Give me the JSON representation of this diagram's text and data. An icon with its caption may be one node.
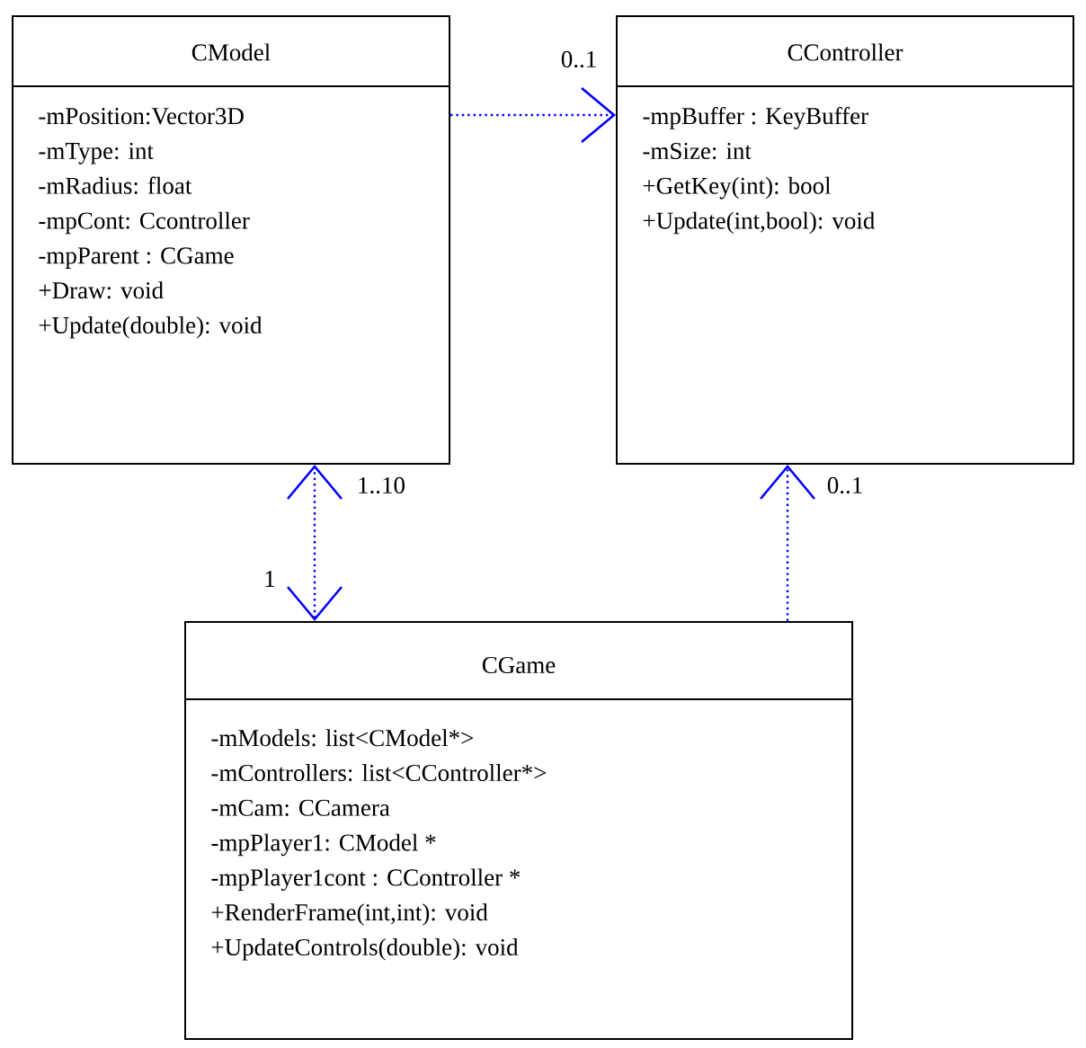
{
  "diagram": {
    "nodes": [
      {
        "text": [
          "CModel",
          "-mPosition:Vector3D",
          "-mType: int",
          "-mRadius: float",
          "-mpCont: Ccontroller",
          "-mpParent : CGame",
          "+Draw:   void",
          "+Update(double): void"
        ]
      },
      {
        "text": [
          "CController",
          "-mpBuffer : KeyBuffer",
          "-mSize: int",
          "+GetKey(int):  bool",
          "+Update(int,bool): void"
        ]
      },
      {
        "text": [
          "CGame",
          "-mModels: list<CModel*>",
          "-mControllers: list<CController*>",
          "-mCam: CCamera",
          "-mpPlayer1: CModel *",
          "-mpPlayer1cont : CController *",
          "+RenderFrame(int,int):   void",
          "+UpdateControls(double): void"
        ]
      }
    ],
    "edges": [
      {
        "from": 0,
        "to": 1,
        "arrow": "to",
        "label": "0..1"
      },
      {
        "from": 2,
        "to": 0,
        "arrow": "both",
        "label": "1..10"
      },
      {
        "from": 2,
        "to": 1,
        "arrow": "to",
        "label": "0..1"
      }
    ],
    "labels": [
      "1"
    ]
  }
}
